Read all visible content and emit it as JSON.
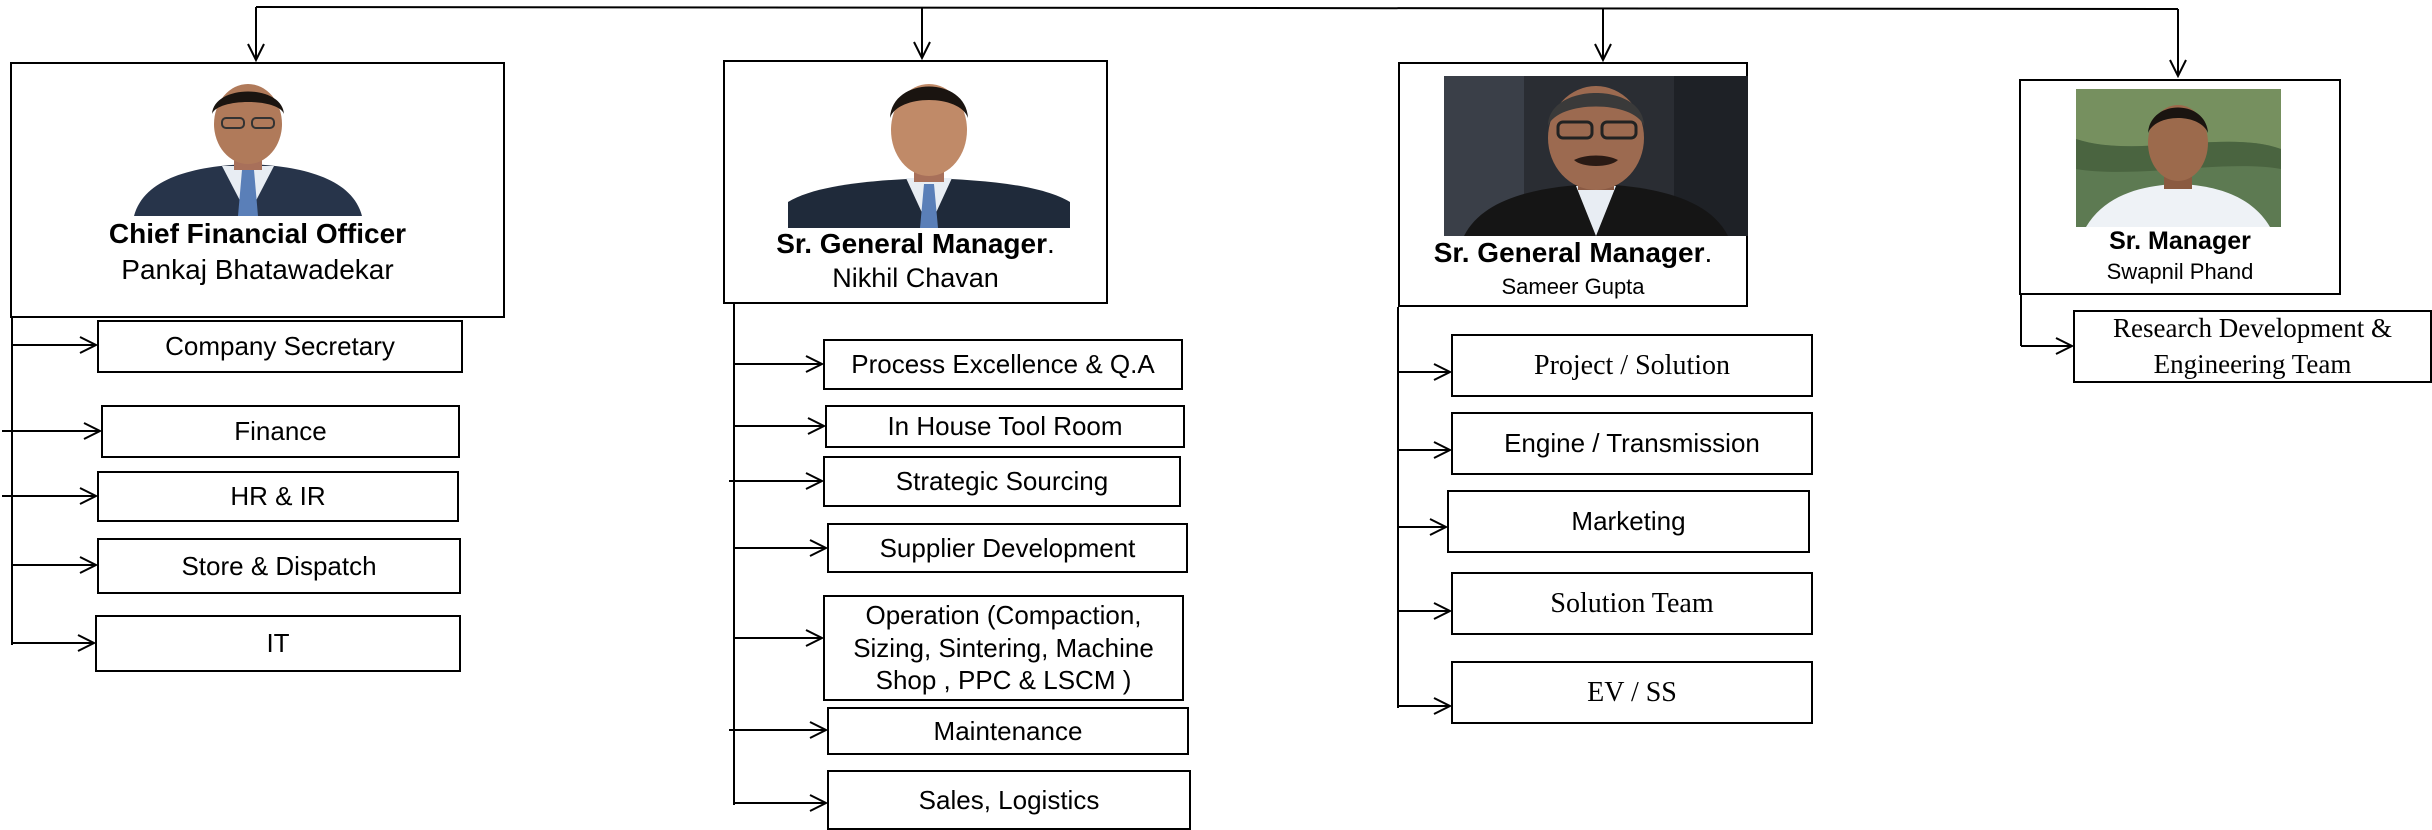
{
  "heads": [
    {
      "title": "Chief Financial Officer",
      "title_suffix": "",
      "name": "Pankaj Bhatawadekar",
      "photo": "portrait-photo-cfo"
    },
    {
      "title": "Sr. General Manager",
      "title_suffix": ".",
      "name": "Nikhil Chavan",
      "photo": "portrait-photo-gm-1"
    },
    {
      "title": "Sr. General Manager",
      "title_suffix": ".",
      "name": "Sameer Gupta",
      "photo": "portrait-photo-gm-2"
    },
    {
      "title": "Sr. Manager",
      "title_suffix": "",
      "name": "Swapnil Phand",
      "photo": "portrait-photo-manager"
    }
  ],
  "cfo_units": [
    "Company Secretary",
    "Finance",
    "HR & IR",
    "Store & Dispatch",
    "IT"
  ],
  "gm1_units": [
    "Process Excellence & Q.A",
    "In House Tool Room",
    "Strategic Sourcing",
    "Supplier Development",
    "Operation (Compaction, Sizing, Sintering, Machine Shop , PPC & LSCM )",
    "Maintenance",
    "Sales, Logistics"
  ],
  "gm2_units": [
    "Project / Solution",
    "Engine / Transmission",
    "Marketing",
    "Solution Team",
    "EV / SS"
  ],
  "mgr_units": [
    "Research Development & Engineering Team"
  ],
  "colors": {
    "line": "#000000",
    "suit": "#27344a",
    "shirt": "#e8edf3",
    "skin": "#b07a5a",
    "hair": "#1a1410",
    "tie": "#5a7fb8"
  }
}
